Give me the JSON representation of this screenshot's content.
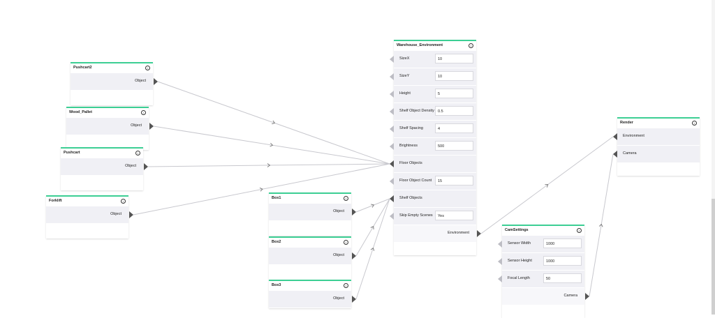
{
  "graph": {
    "nodes": [
      {
        "id": "pushcart2",
        "title": "Pushcart2",
        "outputs": [
          "Object"
        ]
      },
      {
        "id": "wood_pallet",
        "title": "Wood_Pallet",
        "outputs": [
          "Object"
        ]
      },
      {
        "id": "pushcart",
        "title": "Pushcart",
        "outputs": [
          "Object"
        ]
      },
      {
        "id": "forklift",
        "title": "Forklift",
        "outputs": [
          "Object"
        ]
      },
      {
        "id": "box1",
        "title": "Box1",
        "outputs": [
          "Object"
        ]
      },
      {
        "id": "box2",
        "title": "Box2",
        "outputs": [
          "Object"
        ]
      },
      {
        "id": "box3",
        "title": "Box3",
        "outputs": [
          "Object"
        ]
      },
      {
        "id": "warehouse",
        "title": "Warehouse_Environment",
        "inputs": [
          {
            "label": "SizeX",
            "value": "10"
          },
          {
            "label": "SizeY",
            "value": "10"
          },
          {
            "label": "Height",
            "value": "5"
          },
          {
            "label": "Shelf Object Density",
            "value": "0.5"
          },
          {
            "label": "Shelf Spacing",
            "value": "4"
          },
          {
            "label": "Brightness",
            "value": "500"
          },
          {
            "label": "Floor Objects",
            "value": ""
          },
          {
            "label": "Floor Object Count",
            "value": "15"
          },
          {
            "label": "Shelf Objects",
            "value": ""
          },
          {
            "label": "Skip Empty Scenes",
            "value": "Yes"
          }
        ],
        "outputs": [
          "Environment"
        ]
      },
      {
        "id": "camsettings",
        "title": "CamSettings",
        "inputs": [
          {
            "label": "Sensor Width",
            "value": "1000"
          },
          {
            "label": "Sensor Height",
            "value": "1000"
          },
          {
            "label": "Focal Length",
            "value": "50"
          }
        ],
        "outputs": [
          "Camera"
        ]
      },
      {
        "id": "render",
        "title": "Render",
        "inputs": [
          {
            "label": "Environment",
            "value": ""
          },
          {
            "label": "Camera",
            "value": ""
          }
        ],
        "outputs": []
      }
    ],
    "links": [
      {
        "from": "pushcart2.Object",
        "to": "warehouse.Floor Objects"
      },
      {
        "from": "wood_pallet.Object",
        "to": "warehouse.Floor Objects"
      },
      {
        "from": "pushcart.Object",
        "to": "warehouse.Floor Objects"
      },
      {
        "from": "forklift.Object",
        "to": "warehouse.Floor Objects"
      },
      {
        "from": "box1.Object",
        "to": "warehouse.Shelf Objects"
      },
      {
        "from": "box2.Object",
        "to": "warehouse.Shelf Objects"
      },
      {
        "from": "box3.Object",
        "to": "warehouse.Shelf Objects"
      },
      {
        "from": "warehouse.Environment",
        "to": "render.Environment"
      },
      {
        "from": "camsettings.Camera",
        "to": "render.Camera"
      }
    ],
    "info_icon": "info-circle-icon",
    "colors": {
      "accent": "#3ccf94",
      "wire": "#c8c8ce",
      "node_bg": "#f3f3f7"
    }
  }
}
